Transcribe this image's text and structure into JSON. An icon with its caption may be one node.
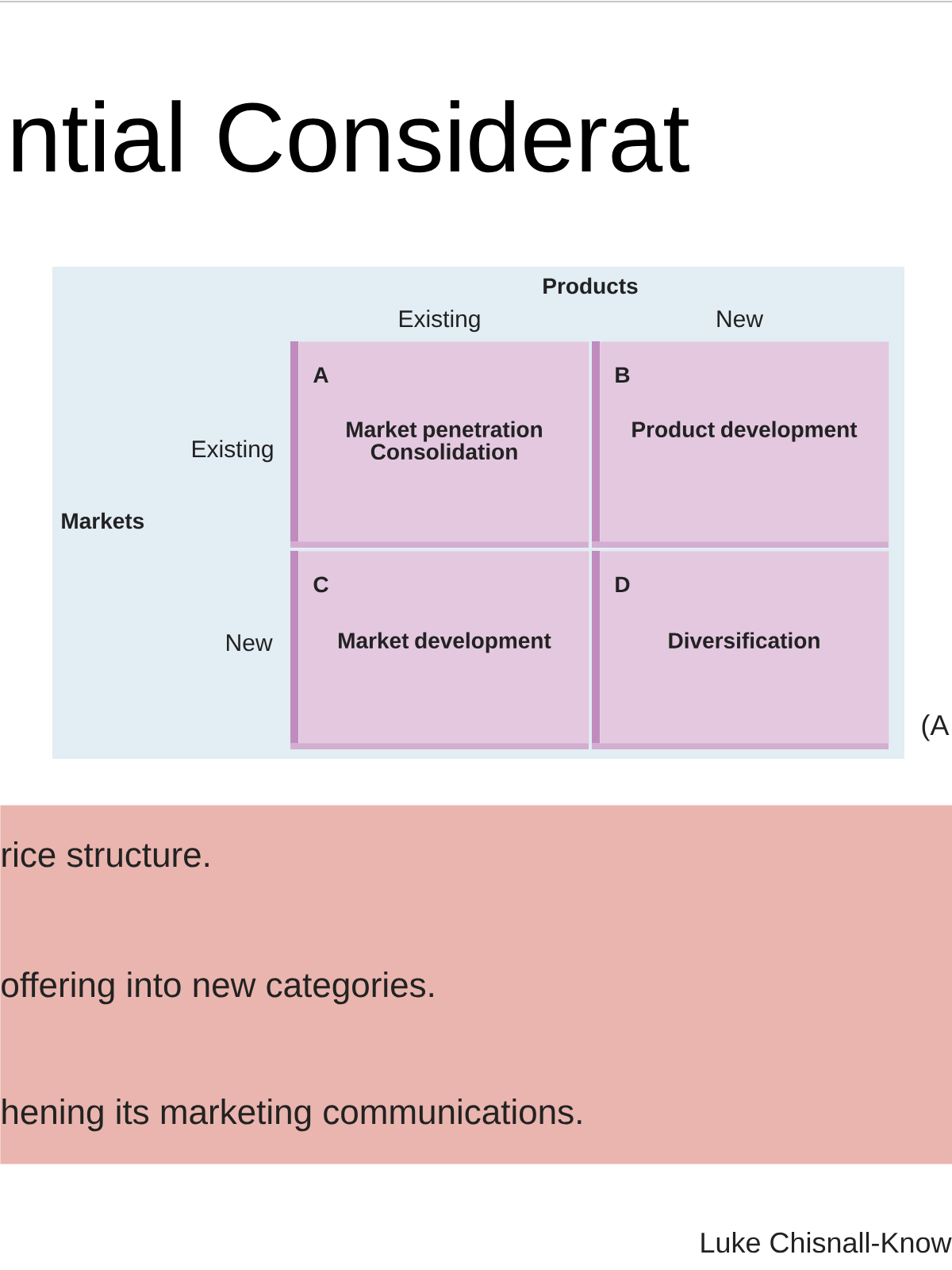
{
  "diagram": {
    "title": "ntial Considerat",
    "nodes": [
      {
        "text": [
          "A",
          "Market penetration Consolidation"
        ]
      },
      {
        "text": [
          "B",
          "Product development"
        ]
      },
      {
        "text": [
          "C",
          "Market development"
        ]
      },
      {
        "text": [
          "D",
          "Diversification"
        ]
      },
      {
        "text": [
          "rice structure.",
          "offering into new categories.",
          "hening its marketing communications."
        ]
      }
    ],
    "labels": [
      "Products",
      "Existing",
      "New",
      "Existing",
      "Markets",
      "New",
      "(A",
      "Luke Chisnall-Know"
    ]
  }
}
